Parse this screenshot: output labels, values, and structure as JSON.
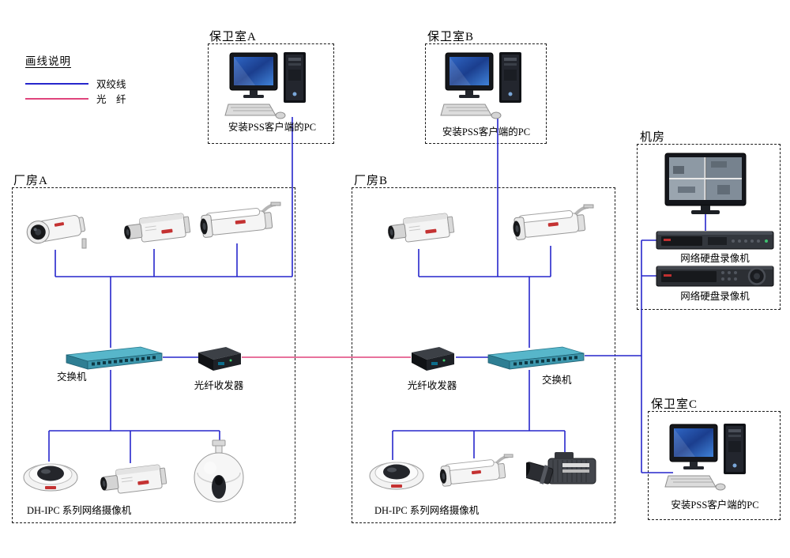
{
  "legend": {
    "title": "画线说明",
    "items": [
      {
        "id": "twisted-pair",
        "label": "双绞线",
        "color": "#2626cc"
      },
      {
        "id": "fiber",
        "label": "光    纤",
        "color": "#e0447c"
      }
    ]
  },
  "zones": {
    "guard_room_a": {
      "title": "保卫室A",
      "pc_label": "安装PSS客户端的PC"
    },
    "guard_room_b": {
      "title": "保卫室B",
      "pc_label": "安装PSS客户端的PC"
    },
    "guard_room_c": {
      "title": "保卫室C",
      "pc_label": "安装PSS客户端的PC"
    },
    "machine_room": {
      "title": "机房",
      "nvr1_label": "网络硬盘录像机",
      "nvr2_label": "网络硬盘录像机"
    },
    "factory_a": {
      "title": "厂房A",
      "switch_label": "交换机",
      "transceiver_label": "光纤收发器",
      "cameras_label": "DH-IPC 系列网络摄像机"
    },
    "factory_b": {
      "title": "厂房B",
      "switch_label": "交换机",
      "transceiver_label": "光纤收发器",
      "cameras_label": "DH-IPC 系列网络摄像机"
    }
  }
}
